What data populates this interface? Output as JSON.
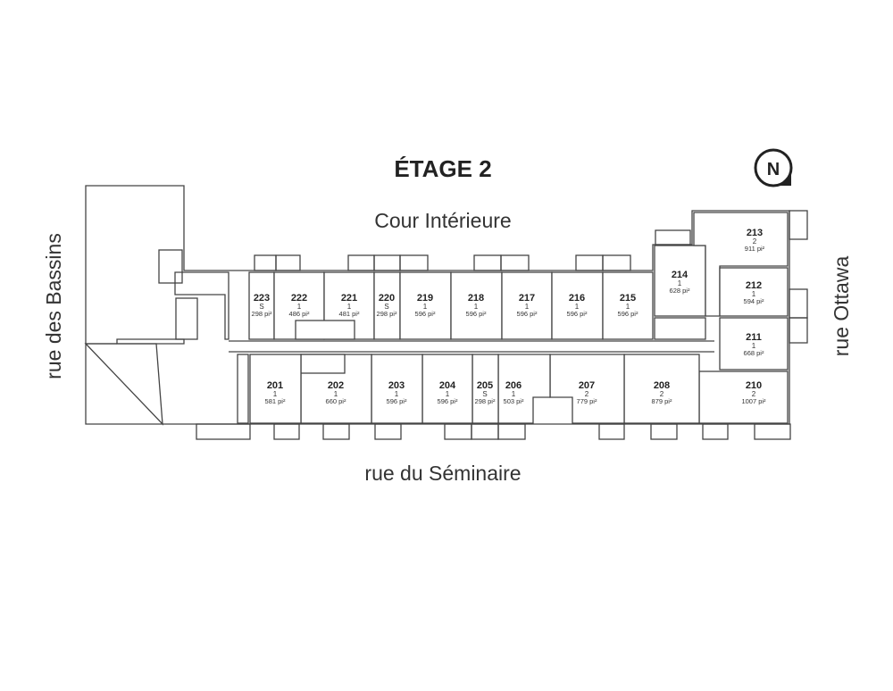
{
  "title": "ÉTAGE 2",
  "compass": {
    "letter": "N"
  },
  "streets": {
    "north": "Cour Intérieure",
    "south": "rue du Séminaire",
    "west": "rue des Bassins",
    "east": "rue Ottawa"
  },
  "units": [
    {
      "number": "223",
      "type": "S",
      "area": "298 pi²"
    },
    {
      "number": "222",
      "type": "1",
      "area": "486 pi²"
    },
    {
      "number": "221",
      "type": "1",
      "area": "481 pi²"
    },
    {
      "number": "220",
      "type": "S",
      "area": "298 pi²"
    },
    {
      "number": "219",
      "type": "1",
      "area": "596 pi²"
    },
    {
      "number": "218",
      "type": "1",
      "area": "596 pi²"
    },
    {
      "number": "217",
      "type": "1",
      "area": "596 pi²"
    },
    {
      "number": "216",
      "type": "1",
      "area": "596 pi²"
    },
    {
      "number": "215",
      "type": "1",
      "area": "596 pi²"
    },
    {
      "number": "214",
      "type": "1",
      "area": "628 pi²"
    },
    {
      "number": "213",
      "type": "2",
      "area": "911 pi²"
    },
    {
      "number": "212",
      "type": "1",
      "area": "594 pi²"
    },
    {
      "number": "211",
      "type": "1",
      "area": "668 pi²"
    },
    {
      "number": "210",
      "type": "2",
      "area": "1007 pi²"
    },
    {
      "number": "208",
      "type": "2",
      "area": "879 pi²"
    },
    {
      "number": "207",
      "type": "2",
      "area": "779 pi²"
    },
    {
      "number": "206",
      "type": "1",
      "area": "503 pi²"
    },
    {
      "number": "205",
      "type": "S",
      "area": "298 pi²"
    },
    {
      "number": "204",
      "type": "1",
      "area": "596 pi²"
    },
    {
      "number": "203",
      "type": "1",
      "area": "596 pi²"
    },
    {
      "number": "202",
      "type": "1",
      "area": "660 pi²"
    },
    {
      "number": "201",
      "type": "1",
      "area": "581 pi²"
    }
  ]
}
